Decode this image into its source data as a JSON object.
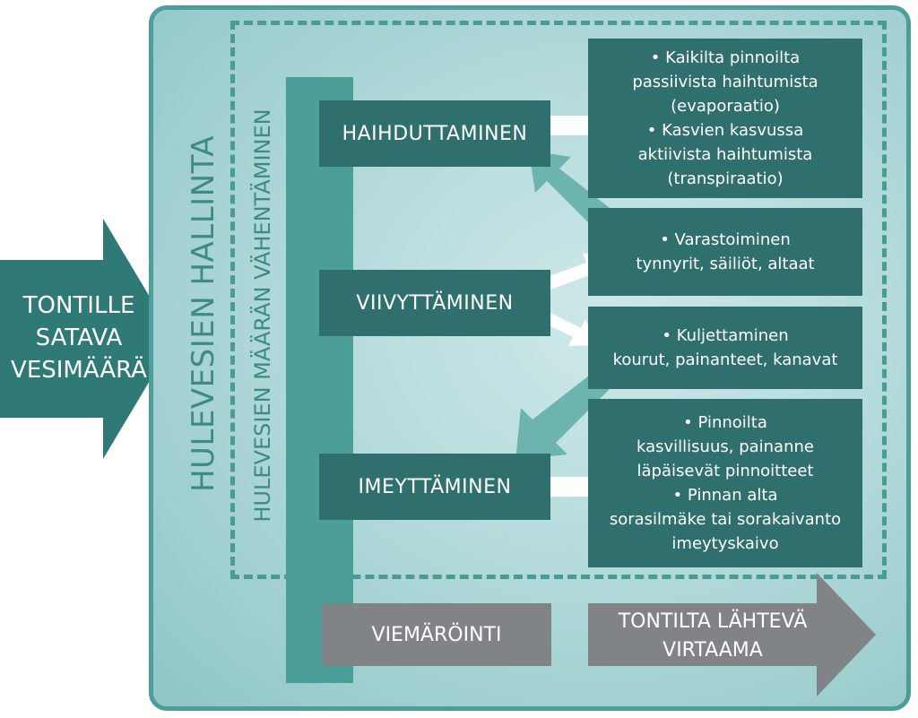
{
  "input_arrow": {
    "label": "TONTILLE\nSATAVA\nVESIMÄÄRÄ"
  },
  "frame": {
    "title": "HULEVESIEN HALLINTA",
    "subtitle": "HULEVESIEN MÄÄRÄN VÄHENTÄMINEN"
  },
  "methods": {
    "haihduttaminen": "HAIHDUTTAMINEN",
    "viivyttaminen": "VIIVYTTÄMINEN",
    "imeyttaminen": "IMEYTTÄMINEN"
  },
  "details": {
    "haihduttaminen": "• Kaikilta pinnoilta\npassiivista haihtumista\n(evaporaatio)\n• Kasvien kasvussa\naktiivista haihtumista\n(transpiraatio)",
    "varastoiminen": "• Varastoiminen\ntynnyrit, säiliöt, altaat",
    "kuljettaminen": "• Kuljettaminen\nkourut, painanteet, kanavat",
    "imeyttaminen": "• Pinnoilta\nkasvillisuus, painanne\nläpäisevät pinnoitteet\n• Pinnan alta\nsorasilmäke tai sorakaivanto\nimeytyskaivo"
  },
  "bottom": {
    "viemarointi": "VIEMÄRÖINTI",
    "output": "TONTILTA LÄHTEVÄ\nVIRTAAMA"
  },
  "colors": {
    "dark_box": "#2f6f6d",
    "teal": "#4c9e99",
    "grey": "#808486",
    "white_arrow": "#ffffff"
  }
}
